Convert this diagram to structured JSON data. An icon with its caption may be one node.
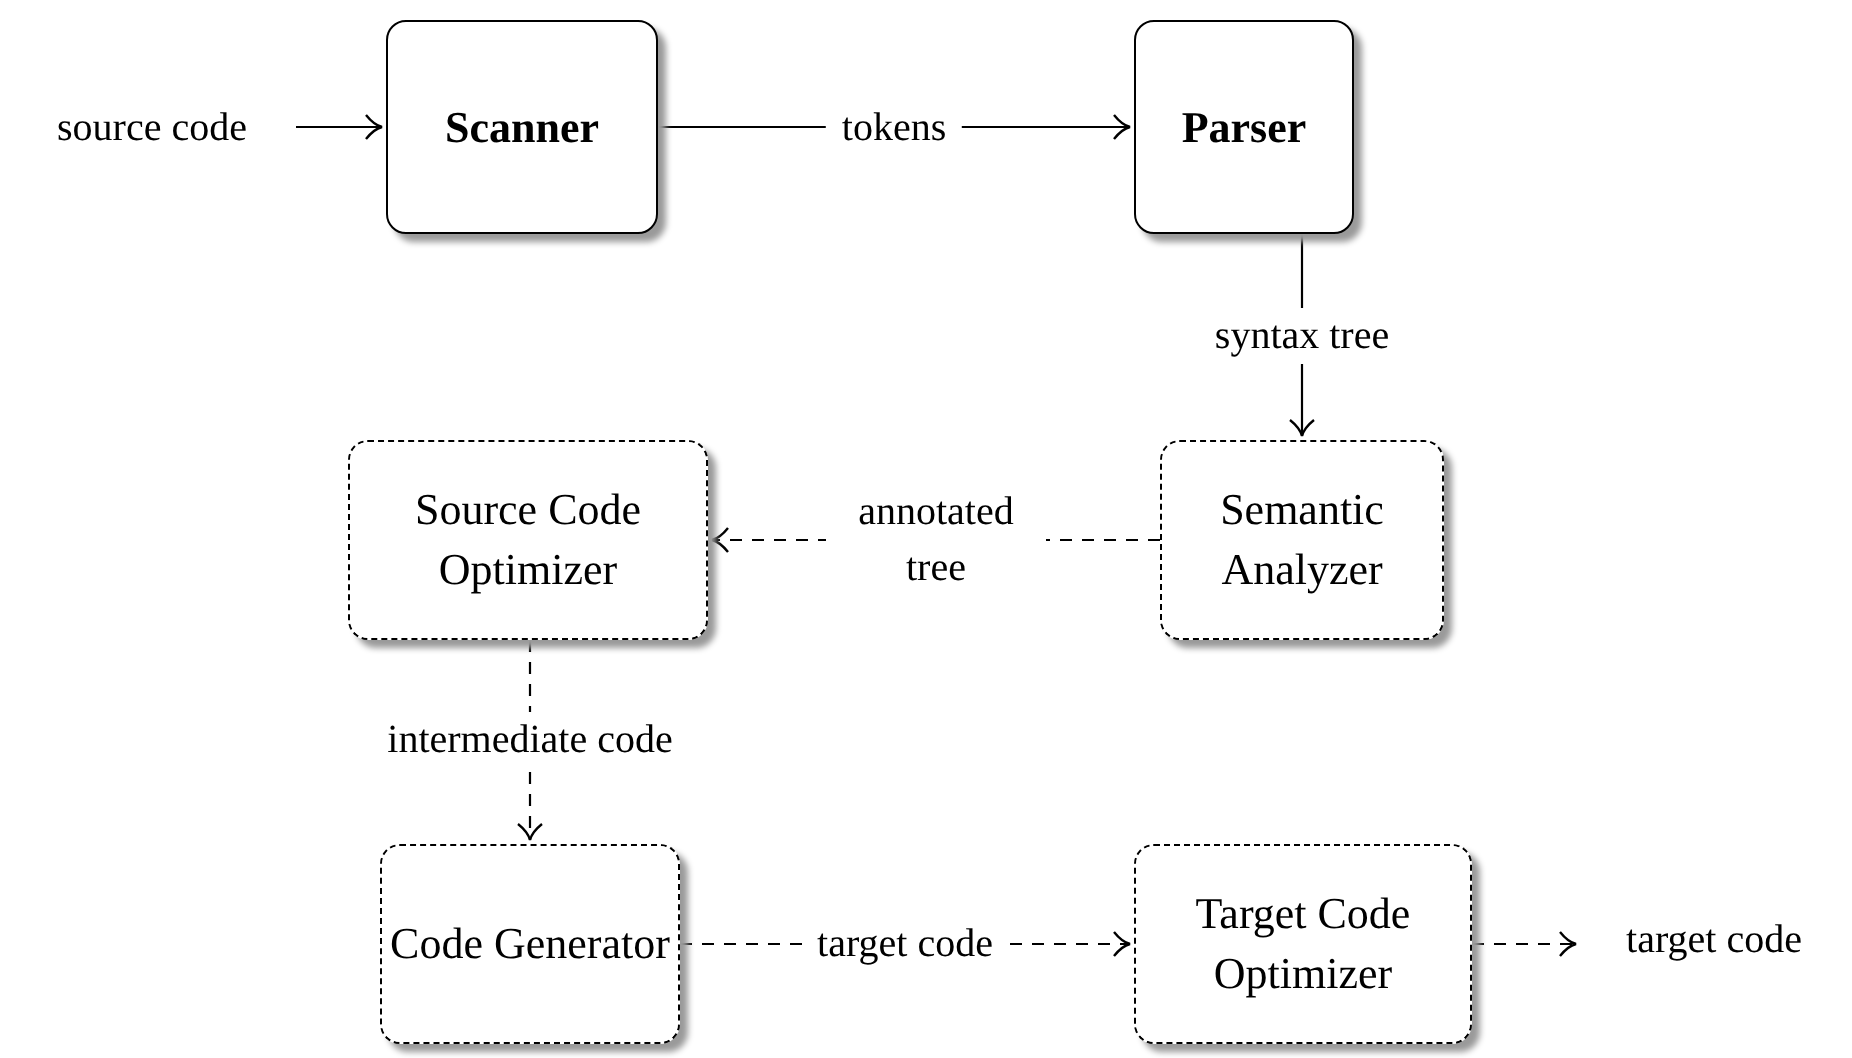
{
  "diagram": {
    "nodes": [
      {
        "text": [
          "source code"
        ]
      },
      {
        "text": [
          "Scanner"
        ]
      },
      {
        "text": [
          "Parser"
        ]
      },
      {
        "text": [
          "Semantic Analyzer"
        ]
      },
      {
        "text": [
          "Source Code Optimizer"
        ]
      },
      {
        "text": [
          "Code Generator"
        ]
      },
      {
        "text": [
          "Target Code Optimizer"
        ]
      },
      {
        "text": [
          "target code"
        ]
      }
    ],
    "edges": [
      {
        "from": 0,
        "to": 1,
        "arrow": "to"
      },
      {
        "from": 1,
        "to": 2,
        "arrow": "to",
        "label": "tokens"
      },
      {
        "from": 2,
        "to": 3,
        "arrow": "to",
        "label": "syntax tree"
      },
      {
        "from": 3,
        "to": 4,
        "arrow": "to",
        "label": "annotated tree",
        "style": "dashed"
      },
      {
        "from": 4,
        "to": 5,
        "arrow": "to",
        "label": "intermediate code",
        "style": "dashed"
      },
      {
        "from": 5,
        "to": 6,
        "arrow": "to",
        "label": "target code",
        "style": "dashed"
      },
      {
        "from": 6,
        "to": 7,
        "arrow": "to",
        "style": "dashed"
      }
    ]
  }
}
